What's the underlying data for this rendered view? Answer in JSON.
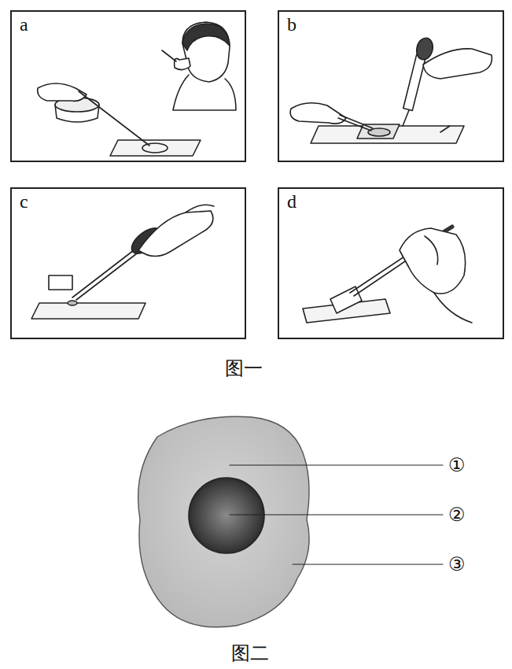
{
  "diagram": {
    "nodes": [
      {
        "text": [
          "a"
        ]
      },
      {
        "text": [
          "b"
        ]
      },
      {
        "text": [
          "c"
        ]
      },
      {
        "text": [
          "d"
        ]
      }
    ],
    "labels": [
      "图一",
      "①",
      "②",
      "③",
      "图二"
    ]
  }
}
